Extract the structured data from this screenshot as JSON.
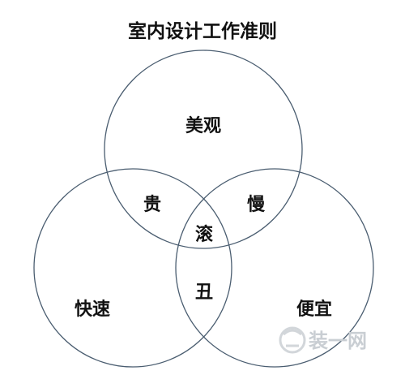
{
  "diagram": {
    "title": "室内设计工作准则",
    "regions": {
      "top_only": "美观",
      "top_left": "贵",
      "top_right": "慢",
      "center": "滚",
      "left_right": "丑",
      "left_only": "快速",
      "right_only": "便宜"
    },
    "colors": {
      "circle_stroke": "#4a5d70",
      "text": "#111111",
      "background": "#ffffff"
    }
  },
  "watermark": {
    "text": "装一网",
    "color": "#c9ced3"
  }
}
